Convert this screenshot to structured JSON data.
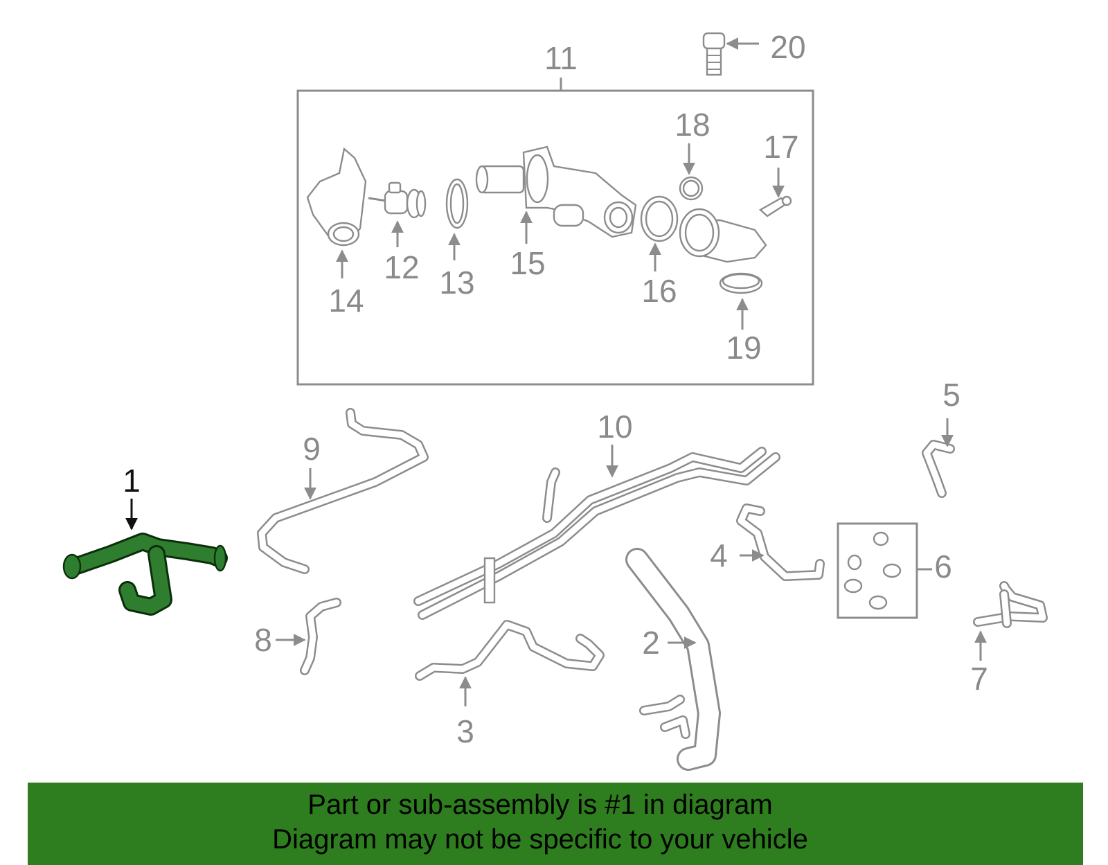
{
  "diagram": {
    "highlighted_part": "1",
    "highlight_color": "#2e7d1e",
    "line_color": "#8c8c8c",
    "callouts": [
      "1",
      "2",
      "3",
      "4",
      "5",
      "6",
      "7",
      "8",
      "9",
      "10",
      "11",
      "12",
      "13",
      "14",
      "15",
      "16",
      "17",
      "18",
      "19",
      "20"
    ]
  },
  "banner": {
    "line1": "Part or sub-assembly is #1 in diagram",
    "line2": "Diagram may not be specific to your vehicle",
    "background": "#2e7d1e"
  }
}
